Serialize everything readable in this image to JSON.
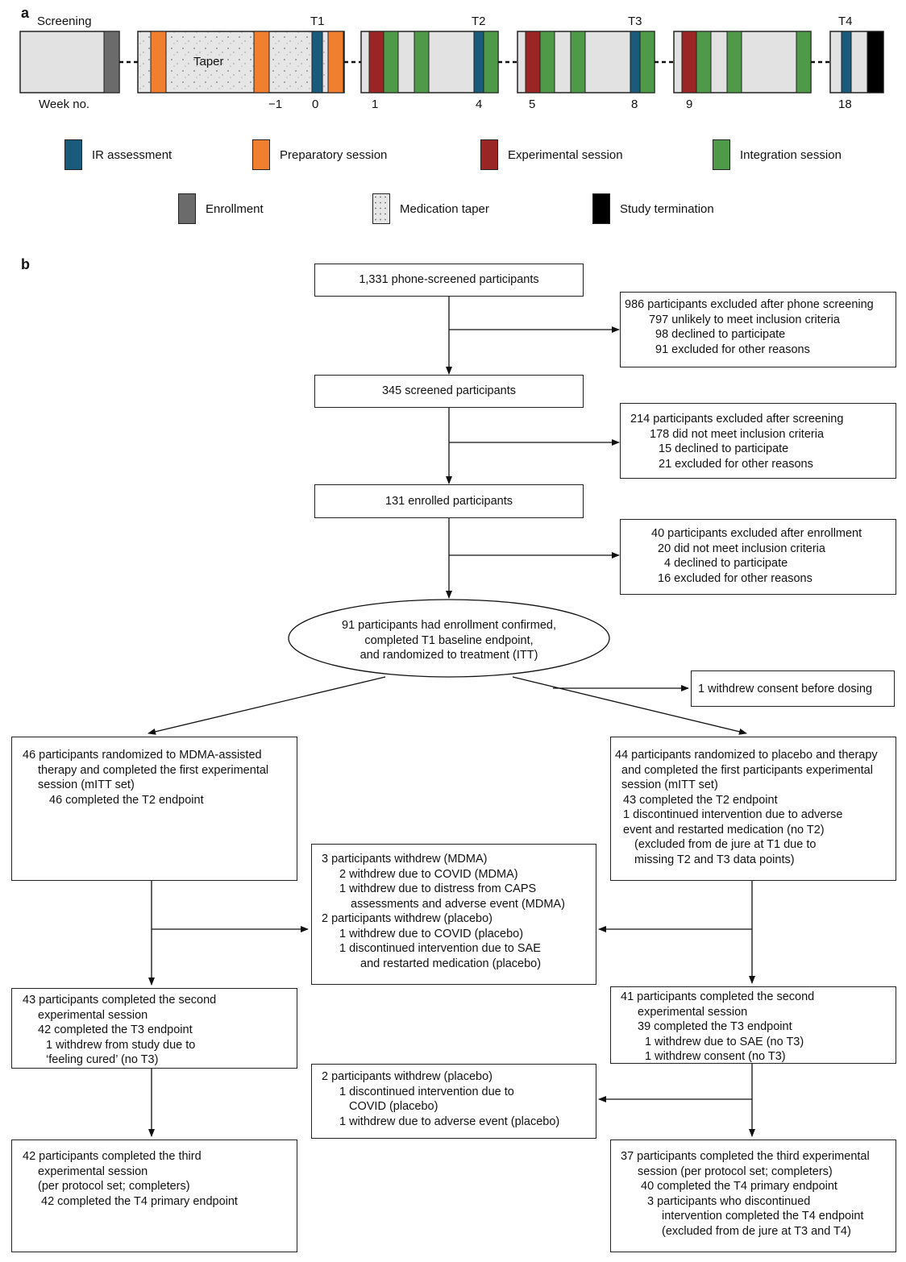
{
  "panel_a": {
    "letter": "a",
    "screening_label": "Screening",
    "taper_label": "Taper",
    "timepoints": [
      "T1",
      "T2",
      "T3",
      "T4"
    ],
    "week_label": "Week no.",
    "weeks": [
      "−1",
      "0",
      "1",
      "4",
      "5",
      "8",
      "9",
      "18"
    ],
    "colors": {
      "ir": "#1a5a7a",
      "preparatory": "#f08030",
      "experimental": "#9b2424",
      "integration": "#4e9a48",
      "enrollment": "#6b6b6b",
      "termination": "#000000",
      "block": "#e2e2e2"
    },
    "legend": {
      "ir": "IR assessment",
      "preparatory": "Preparatory session",
      "experimental": "Experimental session",
      "integration": "Integration session",
      "enrollment": "Enrollment",
      "taper": "Medication taper",
      "termination": "Study termination"
    }
  },
  "panel_b": {
    "letter": "b",
    "phone_screened": "1,331 phone-screened participants",
    "excl_phone": [
      "986 participants excluded after phone screening",
      "797 unlikely to meet inclusion criteria",
      "98 declined to participate",
      "91 excluded for other reasons"
    ],
    "screened": "345 screened participants",
    "excl_screen": [
      "214 participants excluded after screening",
      "178 did not meet inclusion criteria",
      "15 declined to participate",
      "21 excluded for other reasons"
    ],
    "enrolled": "131 enrolled participants",
    "excl_enroll": [
      "40 participants excluded after enrollment",
      "20 did not meet inclusion criteria",
      "4 declined to participate",
      "16 excluded for other reasons"
    ],
    "itt": [
      "91 participants had enrollment confirmed,",
      "completed T1 baseline endpoint,",
      "and randomized to treatment (ITT)"
    ],
    "withdrew_before": "1 withdrew consent before dosing",
    "mdma_first": [
      "46 participants randomized to MDMA-assisted",
      "therapy and completed the first experimental",
      "session (mITT set)",
      "46 completed the T2 endpoint"
    ],
    "placebo_first": [
      "44 participants randomized to placebo and therapy",
      "and completed the first participants experimental",
      "session (mITT set)",
      "43 completed the T2 endpoint",
      "1 discontinued intervention due to adverse",
      "event and restarted medication (no T2)",
      "(excluded from de jure at T1 due to",
      "missing T2 and T3 data points)"
    ],
    "withdrew_mid": [
      "3 participants withdrew (MDMA)",
      "2 withdrew due to COVID (MDMA)",
      "1 withdrew due to distress from CAPS",
      "assessments and adverse event (MDMA)",
      "2 participants withdrew (placebo)",
      "1 withdrew due to COVID (placebo)",
      "1 discontinued intervention due to SAE",
      "and restarted medication (placebo)"
    ],
    "mdma_second": [
      "43 participants completed the second",
      "experimental session",
      "42 completed the T3 endpoint",
      "1 withdrew from study due to",
      "‘feeling cured’ (no T3)"
    ],
    "placebo_second": [
      "41 participants completed the second",
      "experimental session",
      "39 completed the T3 endpoint",
      "1 withdrew due to SAE (no T3)",
      "1 withdrew consent (no T3)"
    ],
    "withdrew_late": [
      "2 participants withdrew (placebo)",
      "1 discontinued intervention due to",
      "COVID (placebo)",
      "1 withdrew due to adverse event (placebo)"
    ],
    "mdma_third": [
      "42 participants completed the third",
      "experimental session",
      "(per protocol set; completers)",
      "42 completed the T4 primary endpoint"
    ],
    "placebo_third": [
      "37 participants completed the third experimental",
      "session (per protocol set; completers)",
      "40 completed the T4 primary endpoint",
      "3 participants who discontinued",
      "intervention completed the T4 endpoint",
      "(excluded from de jure at T3 and T4)"
    ]
  }
}
